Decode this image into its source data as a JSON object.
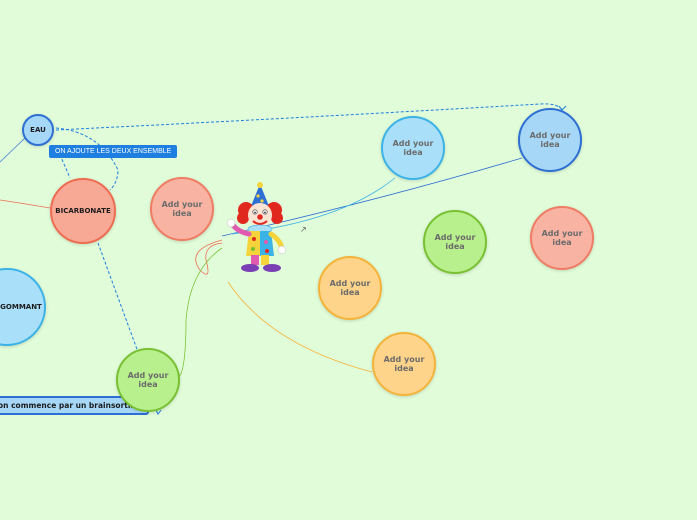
{
  "colors": {
    "background": "#e1fcd9",
    "salmon": "#ee6d52",
    "blue": "#3cb3e8",
    "blue_dark": "#2e6fd4",
    "green": "#79c132",
    "yellow": "#f5b33b",
    "note": "#1e7fe0"
  },
  "topics": {
    "eau": "EAU",
    "bicarbonate": "BICARBONATE",
    "gommant": "GOMMANT",
    "brainstorm": "on commence par un brainsorting"
  },
  "note": "ON AJOUTE LES DEUX ENSEMBLE",
  "ideas": {
    "salmon_center": "Add your idea",
    "blue_top": "Add your idea",
    "blue_right": "Add your idea",
    "green_mid": "Add your idea",
    "salmon_right": "Add your idea",
    "yellow_mid": "Add your idea",
    "yellow_low": "Add your idea",
    "green_low": "Add your idea"
  },
  "center_image": "clown-icon",
  "icons": {
    "external_link": "external-link-icon"
  }
}
